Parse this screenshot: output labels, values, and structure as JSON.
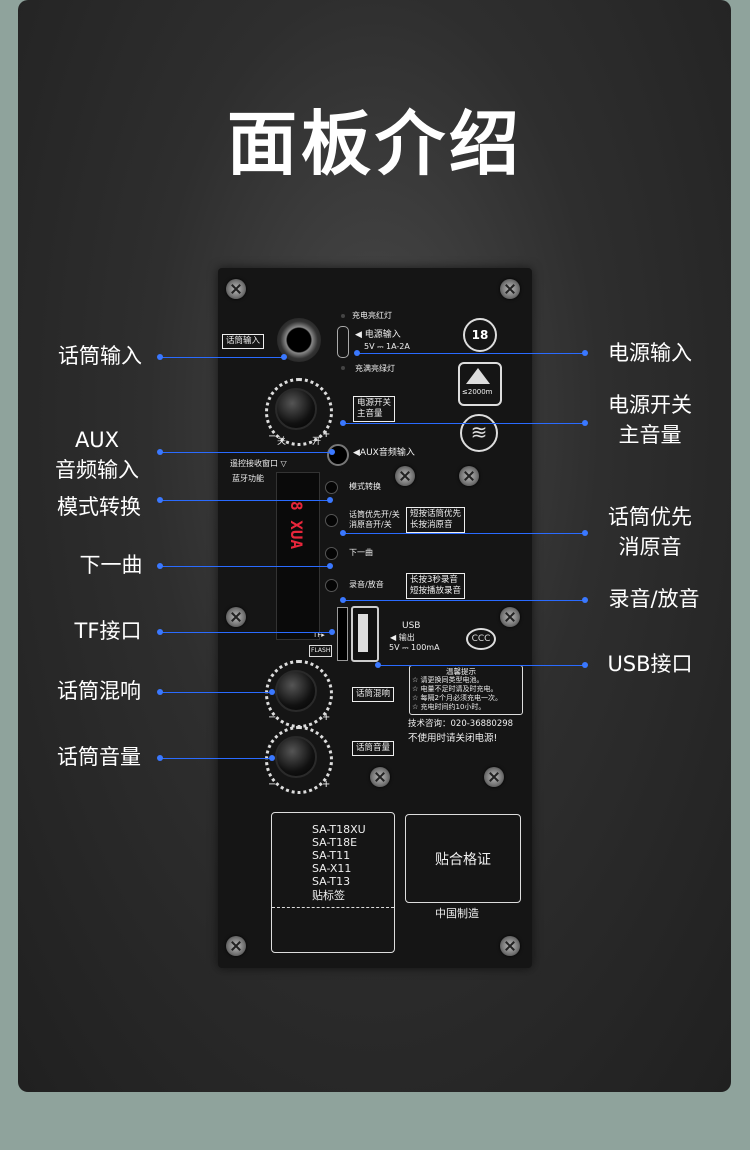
{
  "title": "面板介绍",
  "left_labels": {
    "mic_input": "话筒输入",
    "aux_line1": "AUX",
    "aux_line2": "音频输入",
    "mode": "模式转换",
    "next": "下一曲",
    "tf": "TF接口",
    "mic_echo": "话筒混响",
    "mic_volume": "话筒音量"
  },
  "right_labels": {
    "power_input": "电源输入",
    "power_switch_line1": "电源开关",
    "power_switch_line2": "主音量",
    "mic_priority_line1": "话筒优先",
    "mic_priority_line2": "消原音",
    "record": "录音/放音",
    "usb": "USB接口"
  },
  "panel": {
    "mic_tag": "话筒输入",
    "charge_red": "充电亮红灯",
    "power_in": "◀ 电源输入",
    "power_spec": "5V ⎓ 1A-2A",
    "charge_full": "充满亮绿灯",
    "badge_18": "18",
    "mountain_text": "≤2000m",
    "power_switch_box_1": "电源开关",
    "power_switch_box_2": "主音量",
    "off": "关",
    "on": "开",
    "minus": "−",
    "plus": "+",
    "aux_text": "◀AUX音频输入",
    "remote_text": "遥控接收窗口 ▽",
    "bt_text": "蓝牙功能",
    "mode_text": "模式转换",
    "mic_pri_text_1": "话筒优先开/关",
    "mic_pri_text_2": "消原音开/关",
    "mic_pri_box_1": "短按话筒优先",
    "mic_pri_box_2": "长按消原音",
    "next_text": "下一曲",
    "record_text": "录音/放音",
    "record_box_1": "长按3秒录音",
    "record_box_2": "短按播放录音",
    "usb_title": "USB",
    "usb_out": "◀ 输出",
    "usb_spec": "5V ⎓ 100mA",
    "tf_text": "TF▸",
    "flash_text": "FLASH",
    "warm_title": "温馨提示",
    "warm_1": "☆ 请更换同类型电池。",
    "warm_2": "☆ 电量不足时请及时充电。",
    "warm_3": "☆ 每隔2个月必须充电一次。",
    "warm_4": "☆ 充电时间约10小时。",
    "hotline": "技术咨询：020-36880298",
    "power_off_tip": "不使用时请关闭电源!",
    "echo_box": "话筒混响",
    "volume_box": "话筒音量",
    "display_digits": "8 XUA",
    "cert_text": "贴合格证",
    "made_in": "中国制造",
    "models": [
      "SA-T18XU",
      "SA-T18E",
      "SA-T11",
      "SA-X11",
      "SA-T13"
    ],
    "sticker_label": "贴标签"
  }
}
